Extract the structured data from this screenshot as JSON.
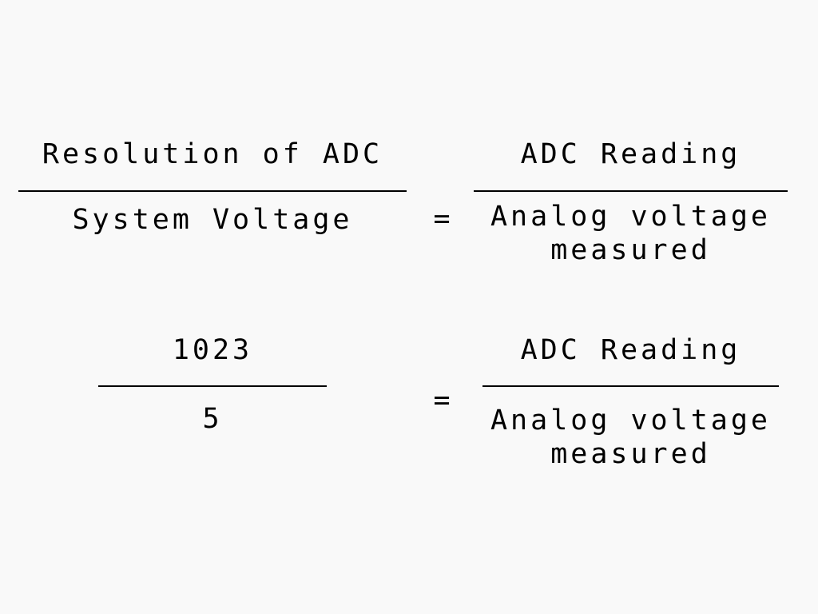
{
  "equation1": {
    "left": {
      "numerator": "Resolution of ADC",
      "denominator": "System Voltage"
    },
    "equals": "=",
    "right": {
      "numerator": "ADC Reading",
      "denominator_line1": "Analog voltage",
      "denominator_line2": "measured"
    }
  },
  "equation2": {
    "left": {
      "numerator": "1023",
      "denominator": "5"
    },
    "equals": "=",
    "right": {
      "numerator": "ADC Reading",
      "denominator_line1": "Analog voltage",
      "denominator_line2": "measured"
    }
  },
  "colors": {
    "background": "#f9f9f9",
    "ink": "#000000"
  }
}
